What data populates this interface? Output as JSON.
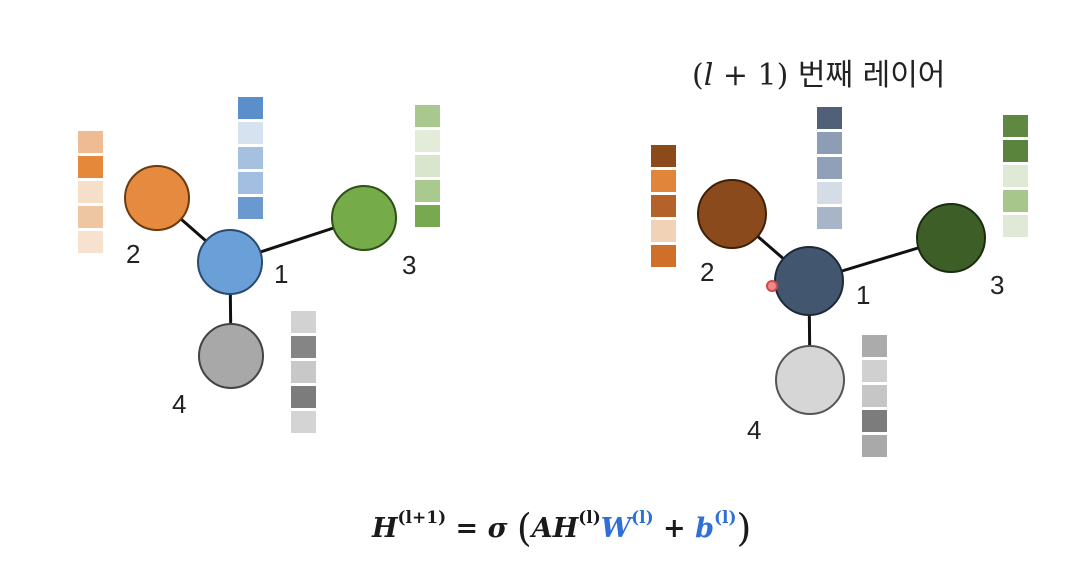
{
  "title": {
    "math_open": "(",
    "math_var": "l",
    "math_rest": " + 1)",
    "korean": " 번째 레이어"
  },
  "formula": {
    "lhs": "H",
    "lhs_sup": "(l+1)",
    "equals": " = ",
    "sigma": "σ",
    "A": "A",
    "H": "H",
    "H_sup": "(l)",
    "W": "W",
    "W_sup": "(l)",
    "plus": " + ",
    "b": "b",
    "b_sup": "(l)"
  },
  "graphs": [
    {
      "name": "layer-l",
      "edge_color": "#111111",
      "nodes": [
        {
          "label": "1",
          "fill": "#6a9fd8",
          "stroke": "#2a4a70"
        },
        {
          "label": "2",
          "fill": "#e58a3f",
          "stroke": "#6a3a10"
        },
        {
          "label": "3",
          "fill": "#76ab4a",
          "stroke": "#2f4f18"
        },
        {
          "label": "4",
          "fill": "#a8a8a8",
          "stroke": "#444444"
        }
      ],
      "feature_vectors": [
        {
          "node": "2",
          "colors": [
            "#efbb92",
            "#e6883a",
            "#f6dfc9",
            "#efc6a2",
            "#f6e2cf"
          ]
        },
        {
          "node": "1",
          "colors": [
            "#5b8fcc",
            "#d6e2ef",
            "#a6c1e0",
            "#a2bee0",
            "#6a99d0"
          ]
        },
        {
          "node": "3",
          "colors": [
            "#a8c890",
            "#e2ecd9",
            "#d9e6cd",
            "#a9c98f",
            "#78a84f"
          ]
        },
        {
          "node": "4",
          "colors": [
            "#d2d2d2",
            "#858585",
            "#c8c8c8",
            "#7c7c7c",
            "#d4d4d4"
          ]
        }
      ]
    },
    {
      "name": "layer-l-plus-1",
      "edge_color": "#111111",
      "nodes": [
        {
          "label": "1",
          "fill": "#435670",
          "stroke": "#1d2938"
        },
        {
          "label": "2",
          "fill": "#8a4a1c",
          "stroke": "#3e1f08"
        },
        {
          "label": "3",
          "fill": "#3e5e28",
          "stroke": "#1b2c10"
        },
        {
          "label": "4",
          "fill": "#d6d6d6",
          "stroke": "#555555"
        }
      ],
      "feature_vectors": [
        {
          "node": "2",
          "colors": [
            "#8c4a1a",
            "#e0853a",
            "#b5612a",
            "#f2d2b6",
            "#cf6f2a"
          ]
        },
        {
          "node": "1",
          "colors": [
            "#4f6078",
            "#8c9db5",
            "#8fa0b8",
            "#d4dce6",
            "#a7b5c7"
          ]
        },
        {
          "node": "3",
          "colors": [
            "#5f8840",
            "#5a833c",
            "#dfe9d5",
            "#a6c68c",
            "#dfe9d5"
          ]
        },
        {
          "node": "4",
          "colors": [
            "#ababab",
            "#d0d0d0",
            "#c6c6c6",
            "#7c7c7c",
            "#a9a9a9"
          ]
        }
      ]
    }
  ]
}
